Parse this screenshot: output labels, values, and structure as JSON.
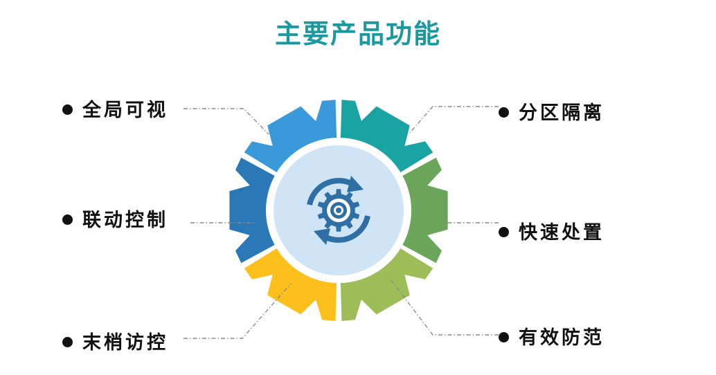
{
  "title": "主要产品功能",
  "colors": {
    "title": "#1a9aa0",
    "leader": "#8a8a8a",
    "hub_fill": "#cfe5f5",
    "hub_ring": "#ffffff",
    "icon": "#2e6fa6",
    "seg_top_left": "#3a9ad9",
    "seg_top_right": "#1aa3a3",
    "seg_right": "#6ba55a",
    "seg_bottom_right": "#9cbd57",
    "seg_bottom_left": "#fdbf1b",
    "seg_left": "#2a78b5"
  },
  "features": {
    "left": [
      "全局可视",
      "联动控制",
      "末梢访控"
    ],
    "right": [
      "分区隔离",
      "快速处置",
      "有效防范"
    ]
  },
  "icons": {
    "hub": "gear-refresh-icon"
  }
}
